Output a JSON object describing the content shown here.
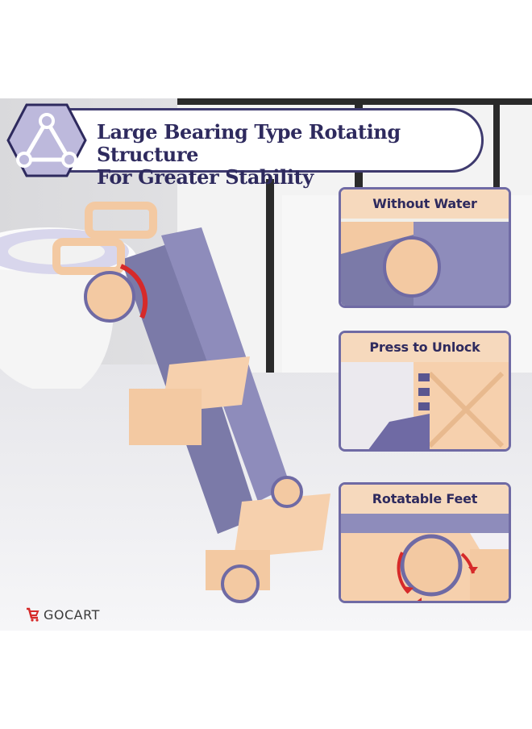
{
  "banner": {
    "title": "Large Bearing Type Rotating Structure\nFor Greater Stability",
    "icon": "triangle-structure-icon"
  },
  "panels": [
    {
      "label": "Without Water"
    },
    {
      "label": "Press to Unlock"
    },
    {
      "label": "Rotatable Feet"
    }
  ],
  "brand": {
    "name": "GOCART",
    "logo": "cart-logo-icon"
  },
  "colors": {
    "accent": "#2e2a5e",
    "peach": "#f6d9bd",
    "purple": "#7b7aa8",
    "red": "#d62a2a"
  }
}
